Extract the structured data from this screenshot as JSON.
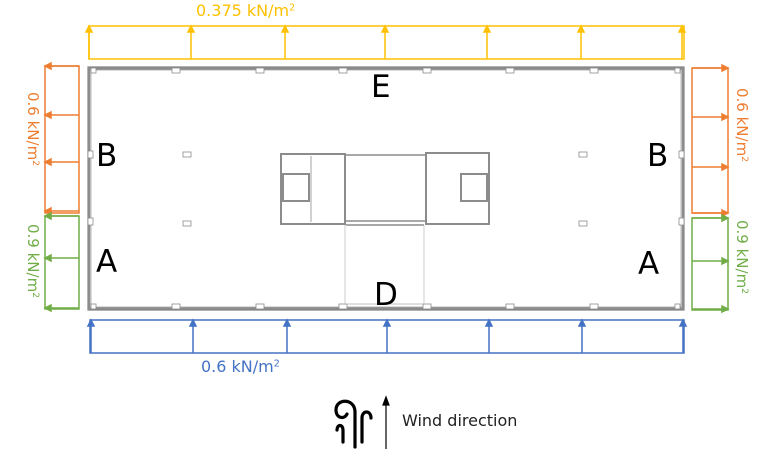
{
  "colors": {
    "top_load": "#FFC000",
    "side_upper_load": "#ED7D31",
    "side_lower_load": "#70AD47",
    "bottom_load": "#4472C4",
    "building_outline": "#7F7F7F"
  },
  "loads": {
    "top": {
      "value": "0.375 kN/m",
      "sup": "2",
      "zone": "E"
    },
    "bottom": {
      "value": "0.6 kN/m",
      "sup": "2",
      "zone": "D"
    },
    "left_upper": {
      "value": "0.6 kN/m",
      "sup": "2",
      "zone": "B"
    },
    "left_lower": {
      "value": "0.9 kN/m",
      "sup": "2",
      "zone": "A"
    },
    "right_upper": {
      "value": "0.6 kN/m",
      "sup": "2",
      "zone": "B"
    },
    "right_lower": {
      "value": "0.9 kN/m",
      "sup": "2",
      "zone": "A"
    }
  },
  "zones": {
    "E": "E",
    "D": "D",
    "B_left": "B",
    "B_right": "B",
    "A_left": "A",
    "A_right": "A"
  },
  "legend": {
    "icon": "wind-icon",
    "arrow": "arrow-up-icon",
    "label": "Wind direction"
  }
}
